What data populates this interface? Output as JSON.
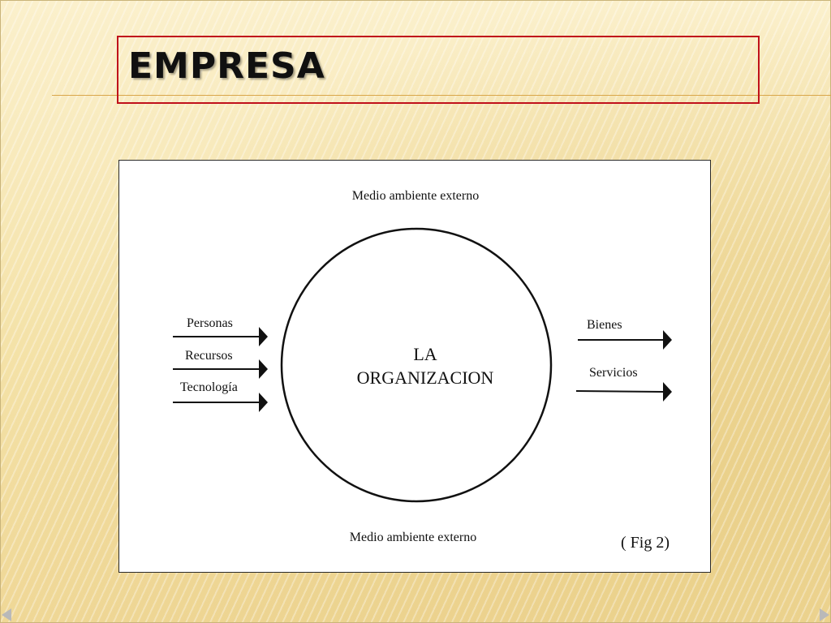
{
  "slide": {
    "title": "EMPRESA",
    "colors": {
      "title_border": "#c0111b",
      "title_text": "#101010",
      "background": "#f6e7b3",
      "rule": "#d9a64a"
    }
  },
  "diagram": {
    "environment_top": "Medio ambiente externo",
    "environment_bottom": "Medio ambiente externo",
    "organization": {
      "line1": "LA",
      "line2": "ORGANIZACION"
    },
    "inputs": [
      "Personas",
      "Recursos",
      "Tecnología"
    ],
    "outputs": [
      "Bienes",
      "Servicios"
    ],
    "caption": "( Fig 2)"
  },
  "navigation": {
    "prev_icon": "triangle-left-icon",
    "next_icon": "triangle-right-icon"
  }
}
